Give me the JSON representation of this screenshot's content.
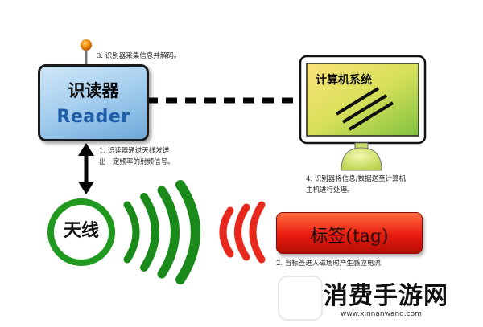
{
  "reader": {
    "label_cn": "识读器",
    "label_en": "Reader"
  },
  "computer": {
    "label": "计算机系统"
  },
  "antenna": {
    "label": "天线"
  },
  "tag": {
    "label": "标签(tag)"
  },
  "notes": {
    "step3": "3. 识别器采集信息并解码。",
    "step1_line1": "1. 识读器通过天线发送",
    "step1_line2": "出一定频率的射频信号。",
    "step4_line1": "4. 识别器将信息/数据送至计算机",
    "step4_line2": "主机进行处理。",
    "step2_line1": "2. 当标签进入磁场时产生感应电流"
  },
  "watermark": {
    "title": "消费手游网",
    "url": "www.xinnanwang.com"
  },
  "colors": {
    "reader_text": "#1f5da8",
    "signal_green": "#1a8a1a",
    "signal_red": "#e8281c",
    "tag_red": "#e81c10",
    "antenna_ring": "#1f9a1f"
  }
}
